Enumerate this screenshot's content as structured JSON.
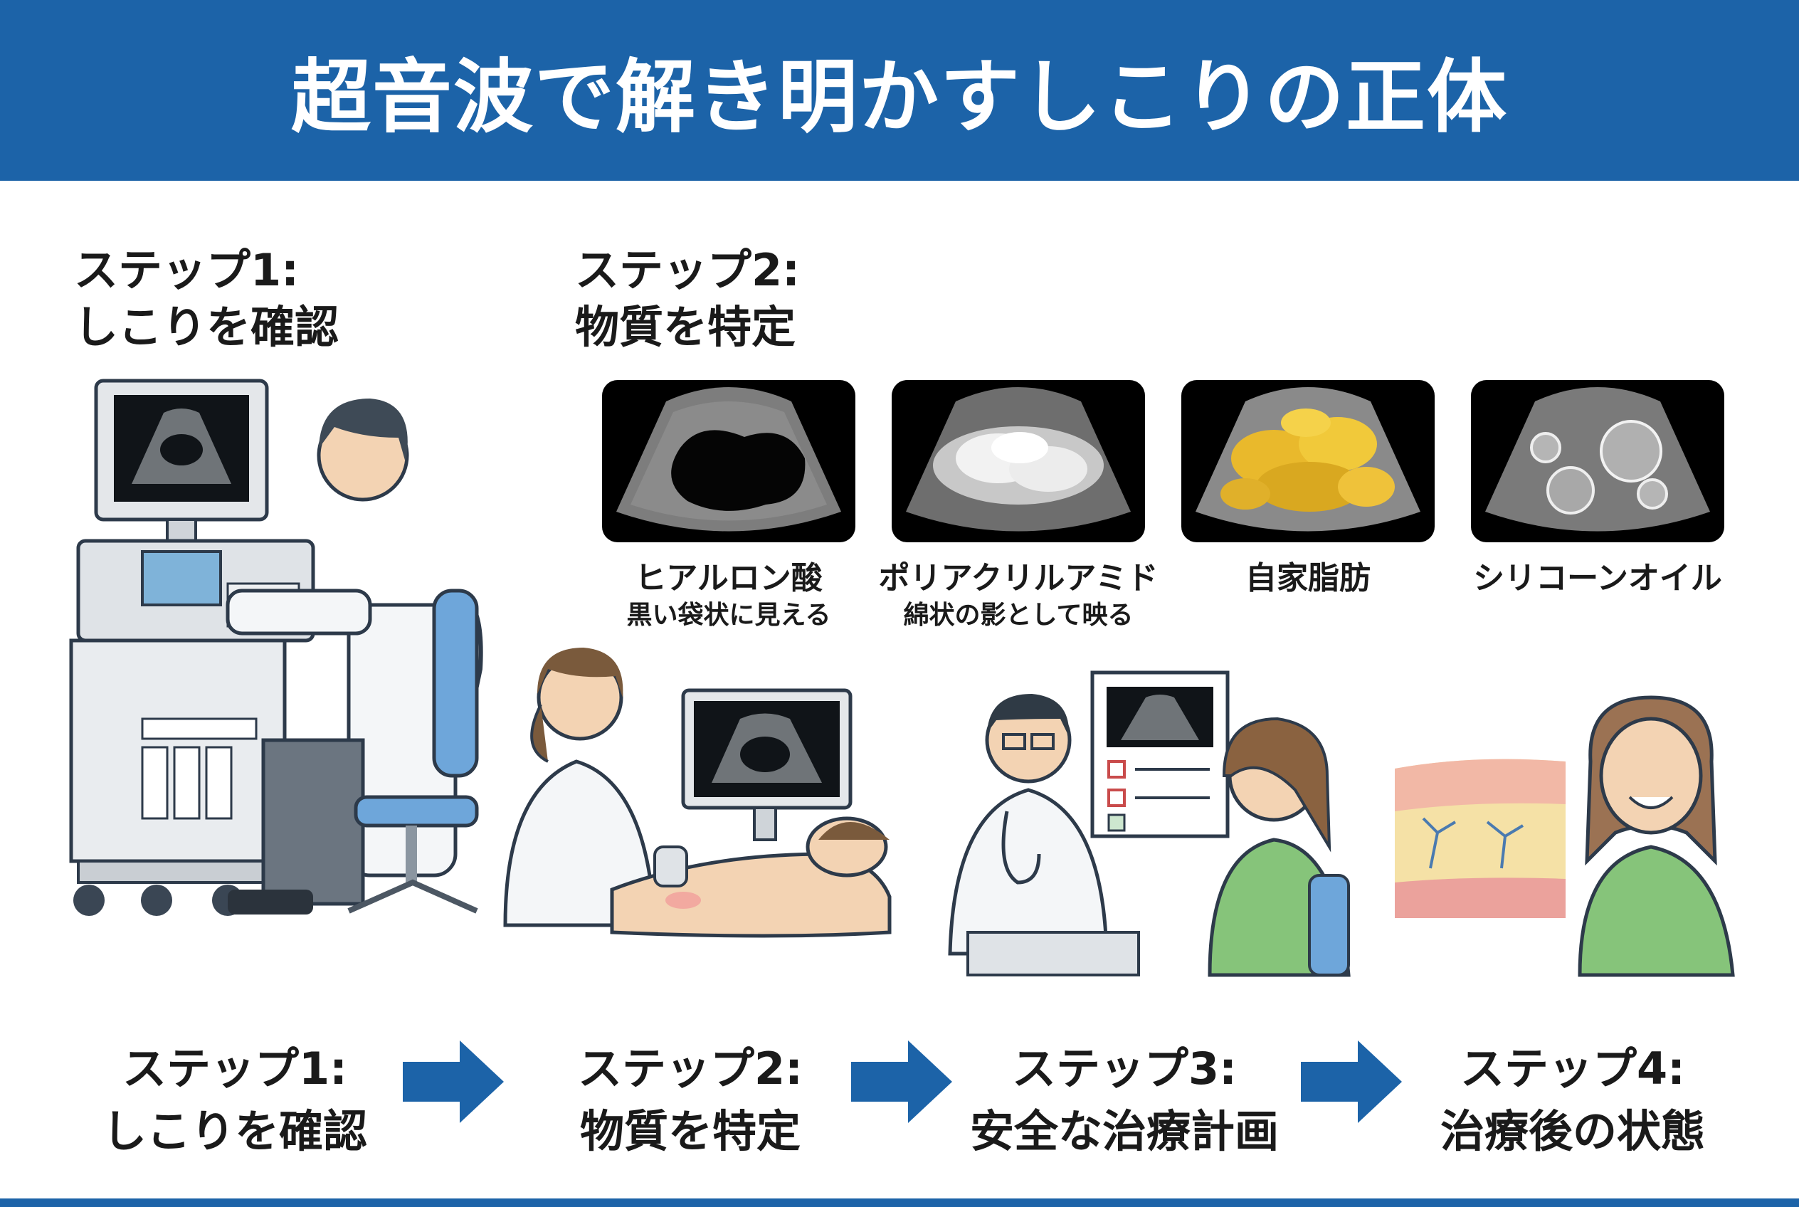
{
  "header": {
    "title": "超音波で解き明かすしこりの正体"
  },
  "top_steps": [
    {
      "line1": "ステップ1:",
      "line2": "しこりを確認"
    },
    {
      "line1": "ステップ2:",
      "line2": "物質を特定"
    }
  ],
  "ultrasound_panels": [
    {
      "label": "ヒアルロン酸",
      "caption": "黒い袋状に見える"
    },
    {
      "label": "ポリアクリルアミド",
      "caption": "綿状の影として映る"
    },
    {
      "label": "自家脂肪",
      "caption": ""
    },
    {
      "label": "シリコーンオイル",
      "caption": ""
    }
  ],
  "flow_steps": [
    {
      "line1": "ステップ1:",
      "line2": "しこりを確認"
    },
    {
      "line1": "ステップ2:",
      "line2": "物質を特定"
    },
    {
      "line1": "ステップ3:",
      "line2": "安全な治療計画"
    },
    {
      "line1": "ステップ4:",
      "line2": "治療後の状態"
    }
  ],
  "colors": {
    "brand_blue": "#1c63a8",
    "arrow_blue": "#1c63a8",
    "coat_white": "#f4f6f8",
    "chair_blue": "#6ea6da",
    "sweater_green": "#86c47a",
    "fat_yellow": "#e9b92c"
  },
  "icons": [
    "ultrasound-machine-icon",
    "doctor-icon",
    "patient-icon",
    "checklist-icon",
    "skin-layer-icon",
    "arrow-right-icon"
  ]
}
